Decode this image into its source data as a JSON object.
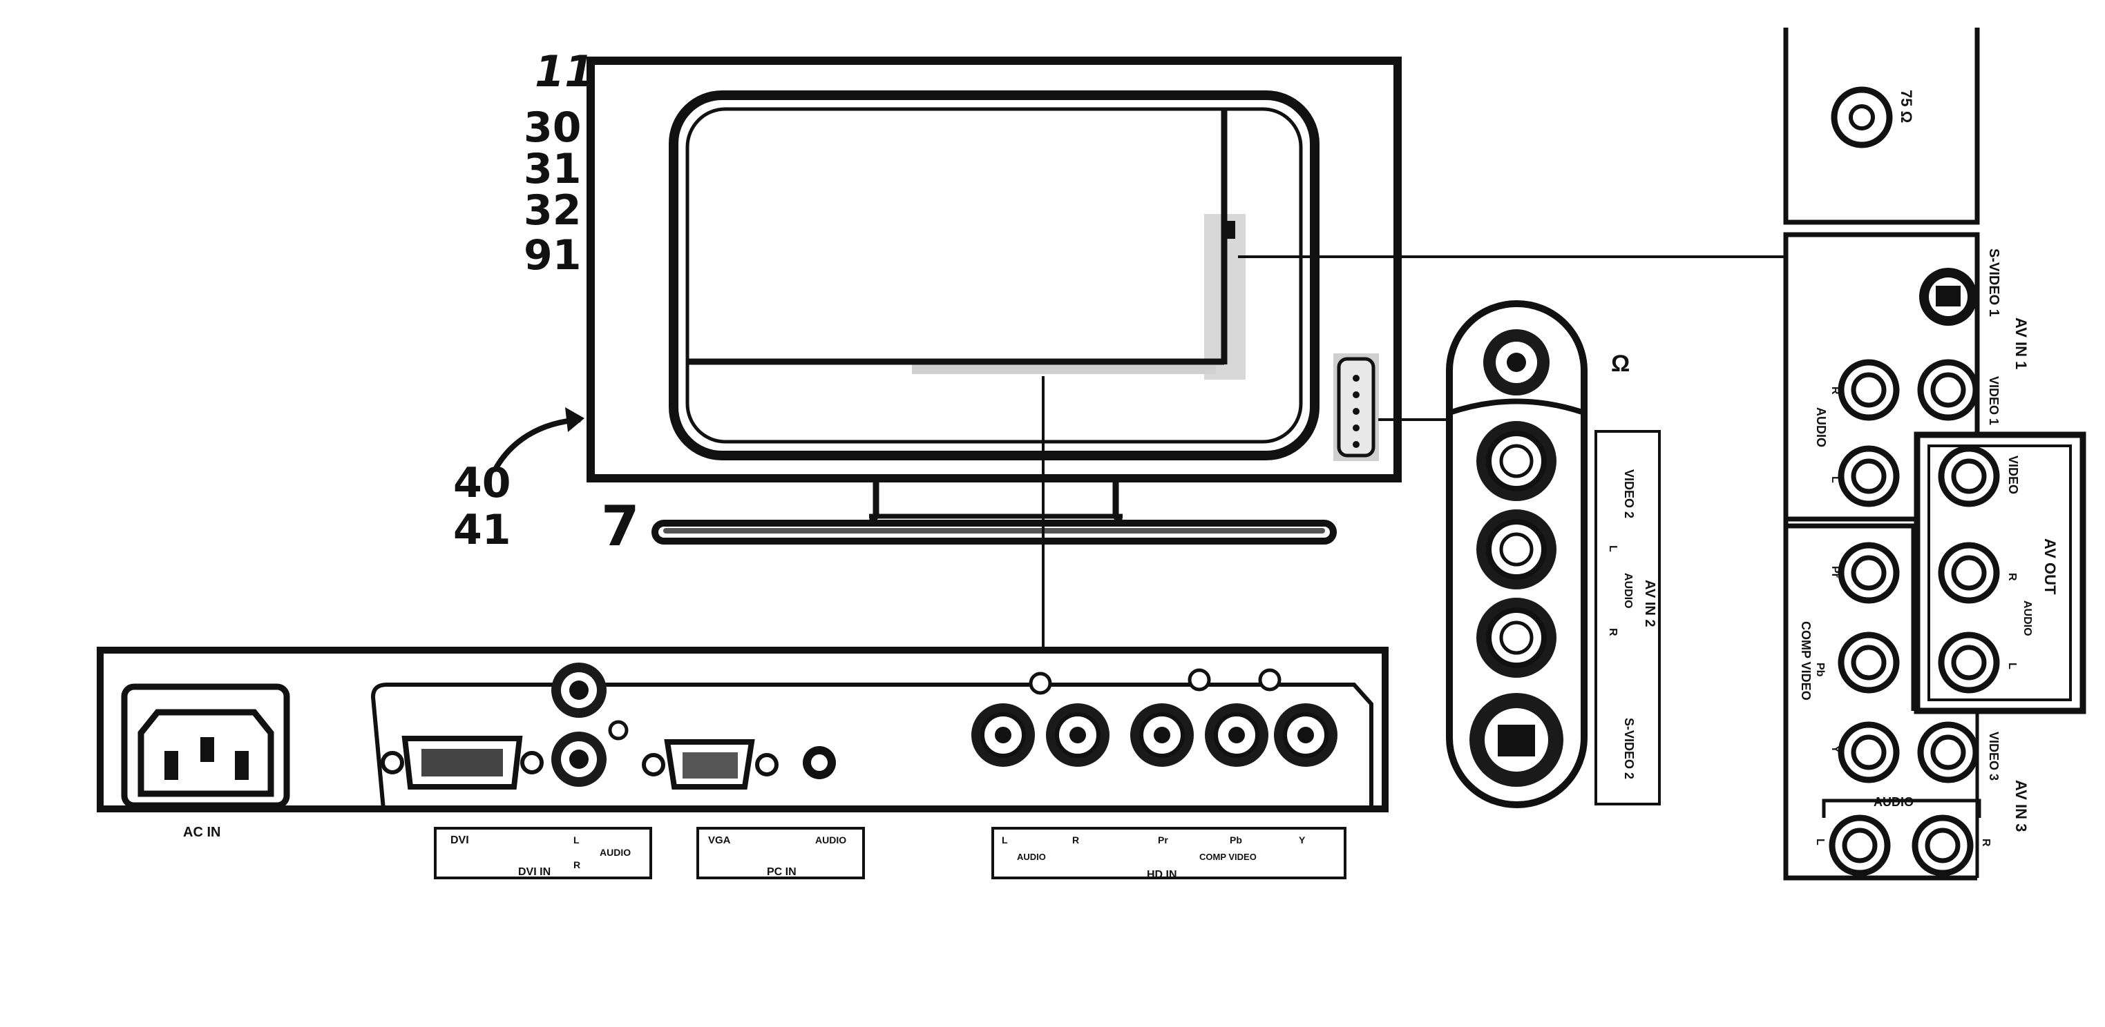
{
  "callouts": {
    "top_ref": "11",
    "refs": [
      "30",
      "31",
      "32",
      "91"
    ],
    "arrow_refs": [
      "40",
      "41"
    ],
    "stand_ref": "7"
  },
  "rear_panel": {
    "ac_in": "AC IN",
    "dvi_group": {
      "left": "DVI",
      "r_mark": "R",
      "l_mark": "L",
      "audio": "AUDIO",
      "bottom": "DVI IN"
    },
    "pc_group": {
      "vga": "VGA",
      "audio": "AUDIO",
      "bottom": "PC IN"
    },
    "hd_group": {
      "marks": [
        "L",
        "R",
        "Pr",
        "Pb",
        "Y"
      ],
      "audio": "AUDIO",
      "comp": "COMP VIDEO",
      "bottom": "HD IN"
    }
  },
  "side_panel": {
    "headphone": "Ω",
    "video2": "VIDEO 2",
    "l_mark": "L",
    "r_mark": "R",
    "audio": "AUDIO",
    "av_in2": "AV IN 2",
    "svideo2": "S-VIDEO 2"
  },
  "right_panel": {
    "antenna": "75 Ω",
    "svideo1": "S-VIDEO 1",
    "video1": "VIDEO 1",
    "av_in1": "AV IN 1",
    "audio_r": "R",
    "audio_l": "L",
    "audio": "AUDIO",
    "video_out": "VIDEO",
    "av_out": "AV OUT",
    "out_r": "R",
    "out_l": "L",
    "out_audio": "AUDIO",
    "comp_video": "COMP VIDEO",
    "pr": "Pr",
    "pb": "Pb",
    "y": "Y",
    "video3": "VIDEO 3",
    "av_in3": "AV IN 3",
    "audio3": "AUDIO",
    "l3": "L",
    "r3": "R"
  }
}
